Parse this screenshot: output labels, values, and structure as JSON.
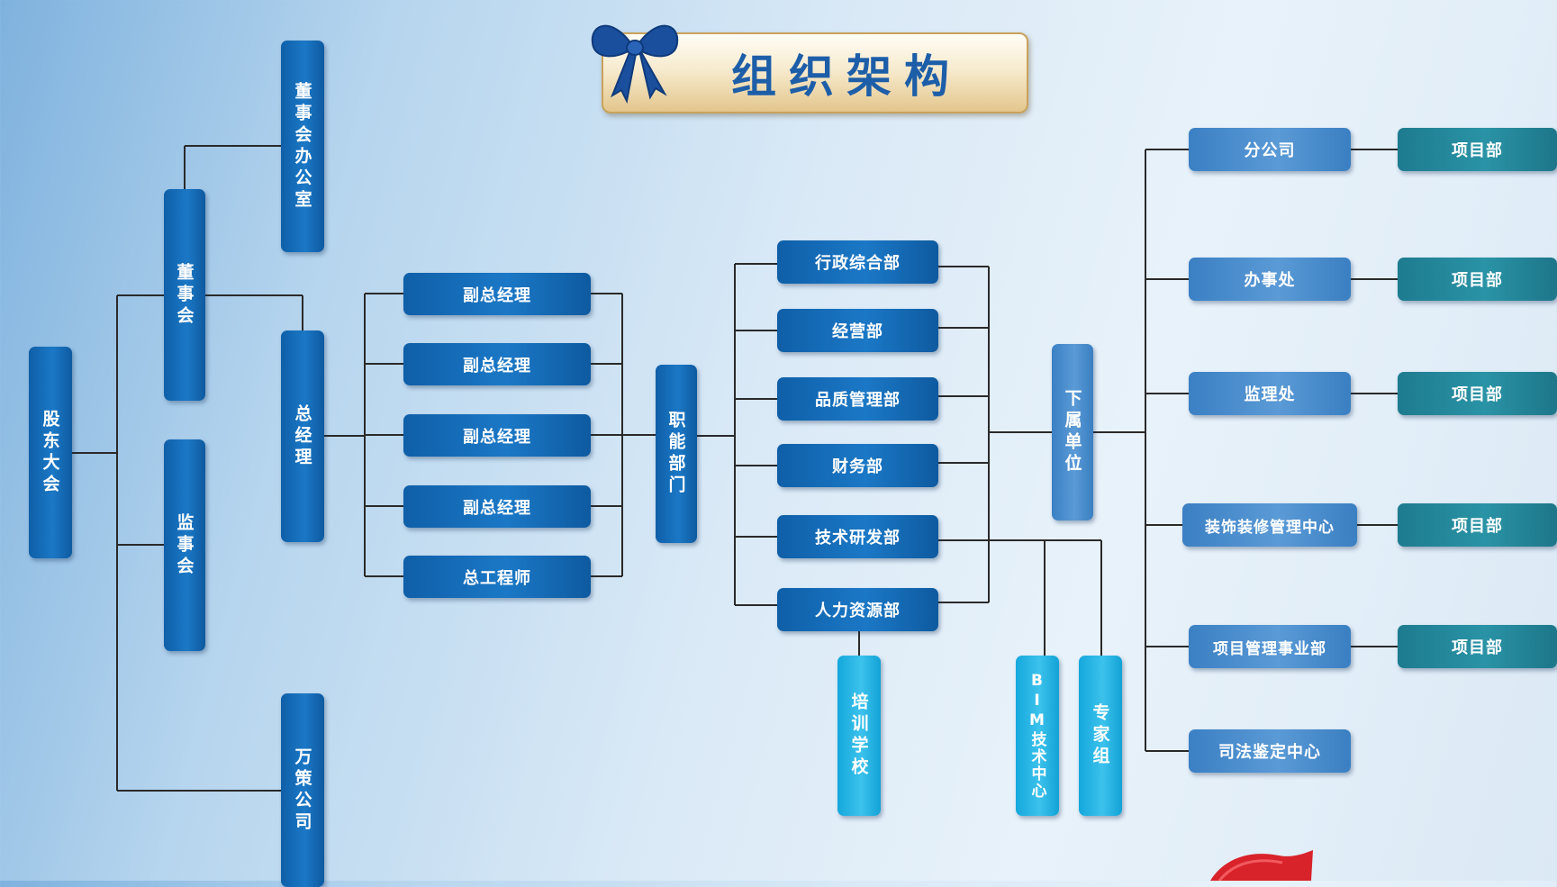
{
  "title": "组织架构",
  "colors": {
    "dark": "#1266b0",
    "mid": "#4a8fd0",
    "teal": "#24889b",
    "cyan": "#2bb8e6",
    "line": "#2a2a2a",
    "title_text": "#1d5ea8"
  },
  "icons": {
    "bow": "ribbon-bow-icon",
    "flag": "red-flag-icon"
  },
  "nodes": {
    "shareholders": "股东大会",
    "board": "董事会",
    "board_office": "董事会办公室",
    "supervisors": "监事会",
    "wance": "万策公司",
    "general_manager": "总经理",
    "deputy_gm_1": "副总经理",
    "deputy_gm_2": "副总经理",
    "deputy_gm_3": "副总经理",
    "deputy_gm_4": "副总经理",
    "chief_engineer": "总工程师",
    "functional_depts": "职能部门",
    "admin": "行政综合部",
    "operations": "经营部",
    "quality": "品质管理部",
    "finance": "财务部",
    "tech_rd": "技术研发部",
    "hr": "人力资源部",
    "training_school": "培训学校",
    "bim_center": "BIM技术中心",
    "expert_group": "专家组",
    "subsidiaries": "下属单位",
    "branch": "分公司",
    "office": "办事处",
    "supervision": "监理处",
    "decoration_center": "装饰装修管理中心",
    "project_mgmt": "项目管理事业部",
    "judicial": "司法鉴定中心",
    "project_1": "项目部",
    "project_2": "项目部",
    "project_3": "项目部",
    "project_4": "项目部",
    "project_5": "项目部"
  }
}
